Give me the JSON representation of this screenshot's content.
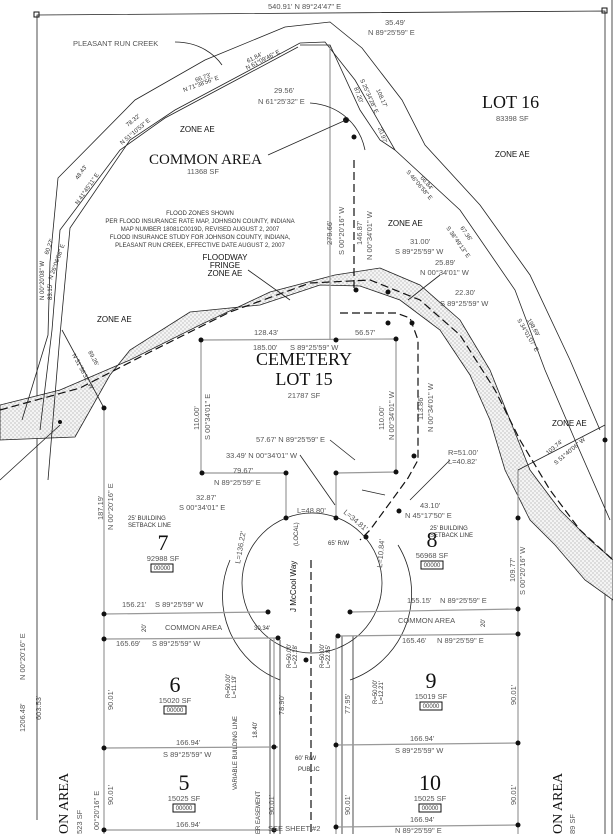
{
  "title_bearing": "540.91'   N 89°24'47\" E",
  "creek_label": "PLEASANT RUN CREEK",
  "lot16": {
    "name": "LOT 16",
    "area": "83398 SF"
  },
  "common_area": {
    "name": "COMMON AREA",
    "area": "11368 SF"
  },
  "cemetery": {
    "line1": "CEMETERY",
    "line2": "LOT 15",
    "area": "21787 SF"
  },
  "zone_ae": "ZONE AE",
  "floodway": [
    "FLOODWAY",
    "FRINGE",
    "ZONE AE"
  ],
  "flood_note": [
    "FLOOD ZONES SHOWN",
    "PER FLOOD INSURANCE RATE MAP, JOHNSON COUNTY, INDIANA",
    "MAP NUMBER 18081C0019D, REVISED AUGUST 2, 2007",
    "FLOOD INSURANCE STUDY FOR JOHNSON COUNTY, INDIANA,",
    "PLEASANT RUN CREEK, EFFECTIVE DATE AUGUST 2, 2007"
  ],
  "lots": [
    {
      "num": "7",
      "area": "92988 SF"
    },
    {
      "num": "8",
      "area": "56968 SF"
    },
    {
      "num": "6",
      "area": "15020 SF"
    },
    {
      "num": "9",
      "area": "15019 SF"
    },
    {
      "num": "5",
      "area": "15025 SF"
    },
    {
      "num": "10",
      "area": "15025 SF"
    }
  ],
  "address_box": "00000",
  "street": {
    "name": "J McCool Way",
    "type": "(LOCAL)",
    "rw": "65' R/W",
    "rw2": "60' R/W",
    "public": "PUBLIC"
  },
  "setback": [
    "25' BUILDING",
    "SETBACK LINE"
  ],
  "common_area_small": "COMMON AREA",
  "twenty": "20'",
  "see_sheet": "SEE SHEET #2",
  "side_common": [
    "ON AREA",
    "523 SF",
    "ON AREA",
    "89 SF"
  ],
  "easement": "ER EASEMENT",
  "variable_line": "VARIABLE BUILDING LINE",
  "dims": {
    "d1": "35.49'",
    "b1": "N 89°25'59\" E",
    "d2": "61.84'",
    "b2": "N 61°09'46\" E",
    "d3": "66.73'",
    "b3": "N 71°38'56\" E",
    "d4": "78.32'",
    "b4": "N 51°10'53\" E",
    "d5": "48.43'",
    "b5": "N 41°45'11\" E",
    "d6": "60.27'",
    "b6": "N 26°06'08\" E",
    "d7": "29.56'",
    "b7": "N 61°25'32\" E",
    "d8": "108.17'",
    "b8": "S 25°34'28\" E",
    "d9": "87.20'",
    "d10": "20.97'",
    "d11": "66.84'",
    "b11": "S 46°06'58\" E",
    "d12": "67.36'",
    "b12": "S 38°49'13\" E",
    "d13": "279.66'",
    "b13": "S 00°20'16\" W",
    "d14": "146.87'",
    "b14": "N 00°34'01\" W",
    "d15": "31.00'",
    "b15": "S 89°25'59\" W",
    "d16": "25.89'",
    "b16": "N 00°34'01\" W",
    "d17": "22.30'",
    "b17": "S 89°25'59\" W",
    "d18": "198.69'",
    "b18": "S 34°01'07\" E",
    "d19": "128.43'",
    "d20": "56.57'",
    "d21": "185.00'",
    "b21": "S 89°25'59\" W",
    "d22": "110.00'",
    "b22": "S 00°34'01\" E",
    "d23": "110.00'",
    "b23": "N 00°34'01\" W",
    "d24": "113.86'",
    "b24": "N 00°34'01\" W",
    "c1": "57.67' N 89°25'59\" E",
    "c2": "33.49' N 00°34'01\" W",
    "d25": "79.67'",
    "b25": "N 89°25'59\" E",
    "d26": "32.87'",
    "b26": "S 00°34'01\" E",
    "r1": "R=51.00'",
    "l1": "L=40.82'",
    "d27": "43.10'",
    "b27": "N 45°17'50\" E",
    "l2": "L=48.80'",
    "l3": "L=34.81'",
    "l4": "L=136.22'",
    "l5": "L=10.84'",
    "d28": "187.19'",
    "b28": "N 00°20'16\" E",
    "d29": "109.77'",
    "b29": "S 00°20'16\" W",
    "d30": "103.74'",
    "b30": "S 51°40'06\" W",
    "d31": "89.26'",
    "b31": "N 31°56'32\" W",
    "d32": "156.21'",
    "b32": "S 89°25'59\" W",
    "d33": "165.69'",
    "b33": "S 89°25'59\" W",
    "d34": "155.15'",
    "b34": "N 89°25'59\" E",
    "d35": "165.46'",
    "b35": "N 89°25'59\" E",
    "d36": "30.34'",
    "d37": "90.01'",
    "d38": "166.94'",
    "b38": "S 89°25'59\" W",
    "d39": "78.90'",
    "d40": "77.95'",
    "r2": "R=50.00'",
    "l6": "L=22.18'",
    "r3": "R=50.00'",
    "l7": "L=22.85'",
    "r4": "R=50.00'",
    "l8": "L=11.19'",
    "r5": "R=50.00'",
    "l9": "L=12.21'",
    "d41": "18.40'",
    "d42": "1206.48'",
    "b42": "N 00°20'16\" E",
    "d43": "603.53'",
    "b44": "00°20'16\" E",
    "b45": "N 89°25'59\" E",
    "d46": "83.15'",
    "b46": "N 00°20'08\" W"
  }
}
